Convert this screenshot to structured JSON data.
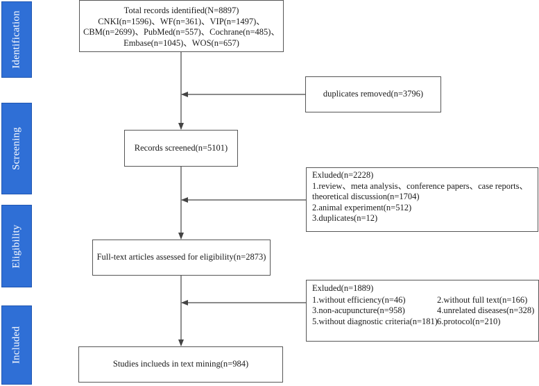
{
  "colors": {
    "background": "#ffffff",
    "phase_bg": "#2f6fd6",
    "phase_text": "#ffffff",
    "box_border": "#555555",
    "arrow": "#444444"
  },
  "phases": {
    "identification": "Identification",
    "screening": "Screening",
    "eligibility": "Eligibility",
    "included": "Included"
  },
  "boxes": {
    "identified": [
      "Total records identified(N=8897)",
      "CNKI(n=1596)、WF(n=361)、VIP(n=1497)、",
      "CBM(n=2699)、PubMed(n=557)、Cochrane(n=485)、",
      "Embase(n=1045)、WOS(n=657)"
    ],
    "duplicates_removed": "duplicates removed(n=3796)",
    "screened": "Records screened(n=5101)",
    "excluded1": [
      "Exluded(n=2228)",
      "1.review、meta analysis、conference papers、case reports、",
      "theoretical discussion(n=1704)",
      "2.animal experiment(n=512)",
      "3.duplicates(n=12)"
    ],
    "fulltext": "Full-text articles assessed for eligibility(n=2873)",
    "excluded2": {
      "title": "Exluded(n=1889)",
      "items": [
        "1.without efficiency(n=46)",
        "2.without full text(n=166)",
        "3.non-acupuncture(n=958)",
        "4.unrelated diseases(n=328)",
        "5.without diagnostic criteria(n=181)",
        "6.protocol(n=210)"
      ]
    },
    "included": "Studies inclueds in text mining(n=984)"
  }
}
